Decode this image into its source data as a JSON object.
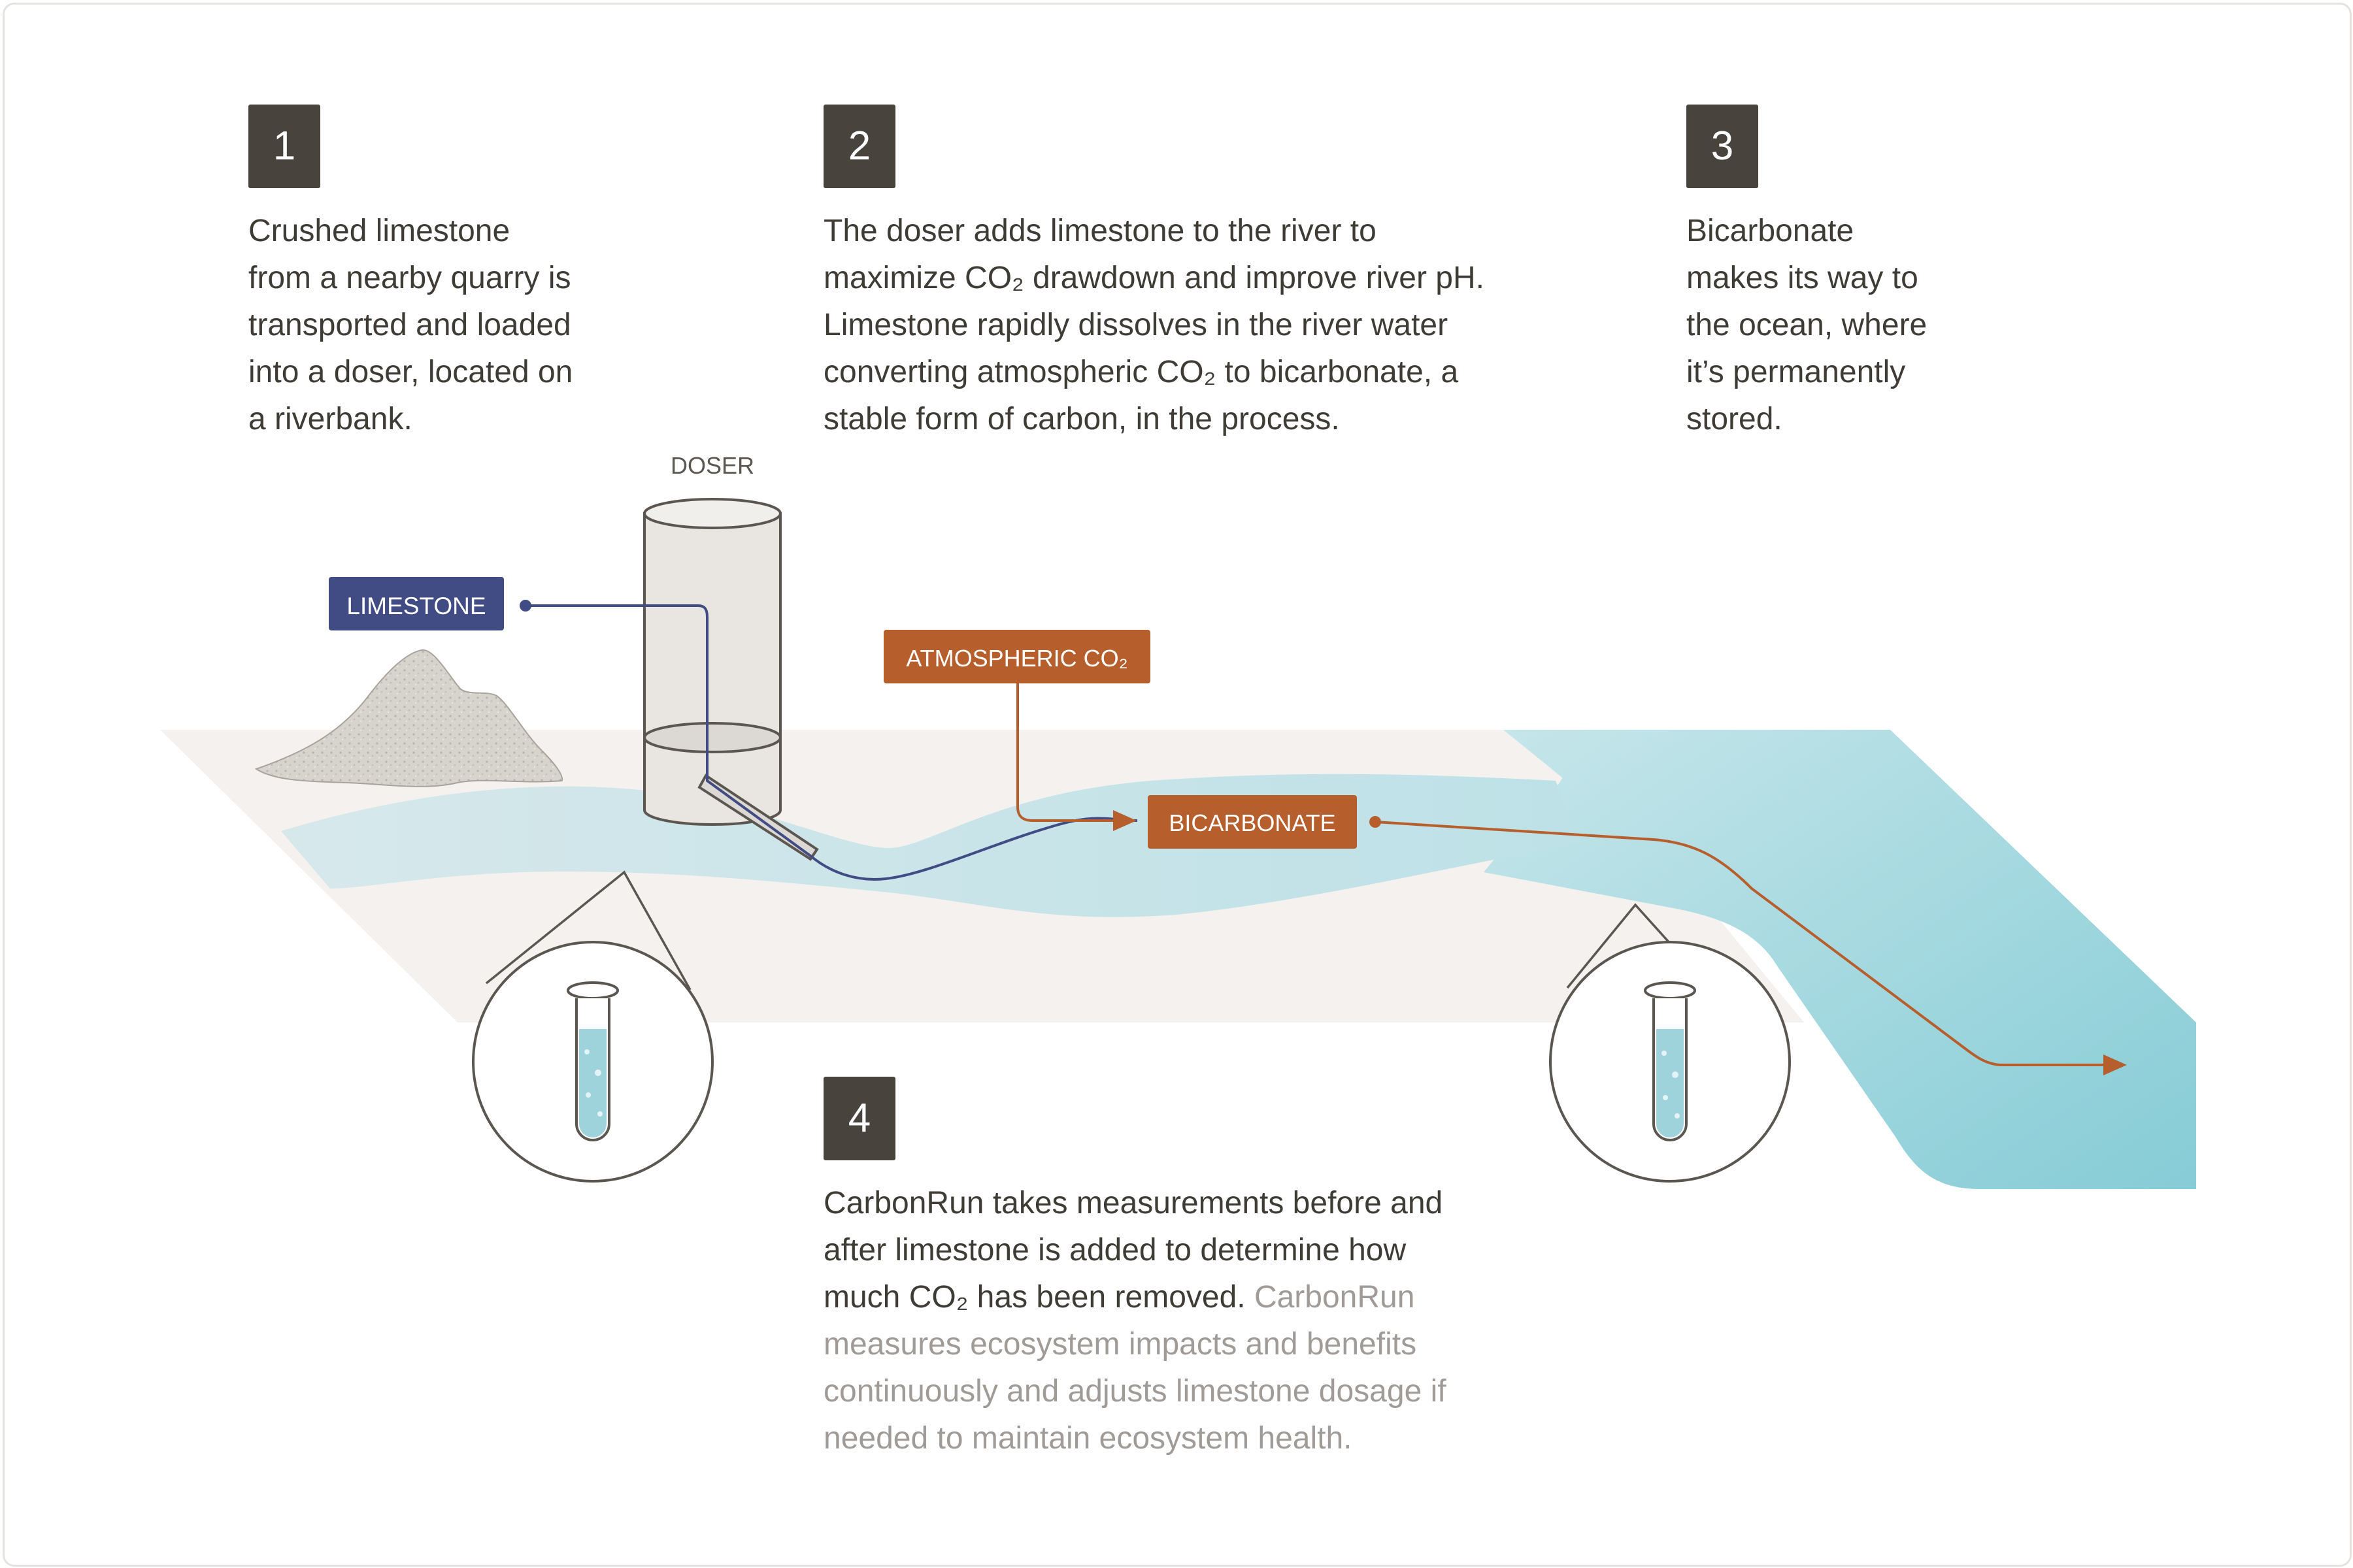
{
  "steps": [
    {
      "number": "1",
      "text": "Crushed limestone\nfrom a nearby quarry is\ntransported and loaded\ninto a doser, located on\na riverbank."
    },
    {
      "number": "2",
      "text": "The doser adds limestone to the river to\nmaximize CO₂ drawdown and improve river pH.\nLimestone rapidly dissolves in the river water\nconverting atmospheric CO₂ to bicarbonate, a\nstable form of carbon, in the process."
    },
    {
      "number": "3",
      "text": "Bicarbonate\nmakes its way to\nthe ocean, where\nit’s permanently\nstored."
    },
    {
      "number": "4",
      "text": "CarbonRun takes measurements before and\nafter limestone is added to determine how\nmuch CO₂ has been removed.",
      "muted_text": " CarbonRun\nmeasures ecosystem impacts and benefits\ncontinuously and adjusts limestone dosage if\nneeded to maintain ecosystem health."
    }
  ],
  "labels": {
    "doser": "DOSER",
    "limestone": "LIMESTONE",
    "atmospheric_co2": "ATMOSPHERIC CO₂",
    "bicarbonate": "BICARBONATE"
  },
  "colors": {
    "badge": "#48433c",
    "text_primary": "#3f3b35",
    "text_muted": "#a09b96",
    "limestone_label": "#414c84",
    "co2_label": "#b65e2c",
    "river": "#bfe2e8",
    "ocean": "#9fd7df",
    "ground": "#f4f1ee"
  },
  "icons": [
    "limestone-pile",
    "doser-cylinder",
    "test-tube-icon"
  ]
}
